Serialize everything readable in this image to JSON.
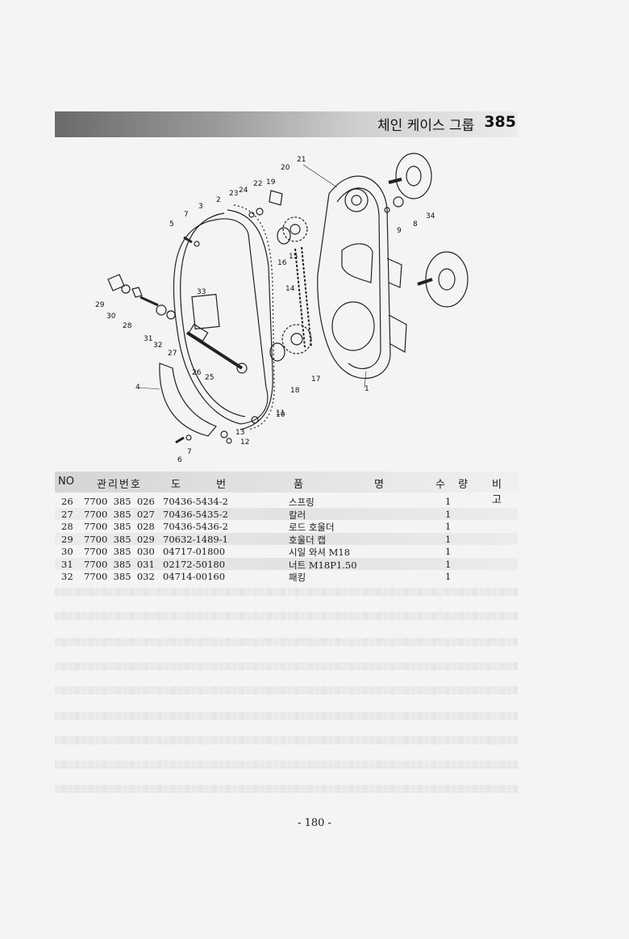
{
  "header": {
    "title": "체인 케이스 그룹",
    "group_number": "385"
  },
  "diagram": {
    "callouts": [
      "1",
      "2",
      "3",
      "4",
      "5",
      "6",
      "7",
      "7",
      "8",
      "9",
      "10",
      "11",
      "12",
      "13",
      "14",
      "15",
      "16",
      "17",
      "18",
      "19",
      "20",
      "21",
      "22",
      "23",
      "24",
      "25",
      "26",
      "27",
      "28",
      "29",
      "30",
      "31",
      "32",
      "33",
      "34"
    ]
  },
  "table": {
    "headers": {
      "no": "NO",
      "management_no": "관리번호",
      "drawing_no": "도 번",
      "name_part1": "품",
      "name_part2": "명",
      "quantity": "수 량",
      "remarks": "비 고"
    },
    "rows": [
      {
        "no": "26",
        "management_no": "7700  385  026",
        "drawing_no": "70436-5434-2",
        "name": "스프링",
        "quantity": "1",
        "remarks": ""
      },
      {
        "no": "27",
        "management_no": "7700  385  027",
        "drawing_no": "70436-5435-2",
        "name": "칼러",
        "quantity": "1",
        "remarks": ""
      },
      {
        "no": "28",
        "management_no": "7700  385  028",
        "drawing_no": "70436-5436-2",
        "name": "로드 호울더",
        "quantity": "1",
        "remarks": ""
      },
      {
        "no": "29",
        "management_no": "7700  385  029",
        "drawing_no": "70632-1489-1",
        "name": "호울더 캡",
        "quantity": "1",
        "remarks": ""
      },
      {
        "no": "30",
        "management_no": "7700  385  030",
        "drawing_no": "04717-01800",
        "name": "시일 와셔 M18",
        "quantity": "1",
        "remarks": ""
      },
      {
        "no": "31",
        "management_no": "7700  385  031",
        "drawing_no": "02172-50180",
        "name": "너트 M18P1.50",
        "quantity": "1",
        "remarks": ""
      },
      {
        "no": "32",
        "management_no": "7700  385  032",
        "drawing_no": "04714-00160",
        "name": "패킹",
        "quantity": "1",
        "remarks": ""
      }
    ]
  },
  "footer": {
    "page_number": "- 180 -"
  }
}
